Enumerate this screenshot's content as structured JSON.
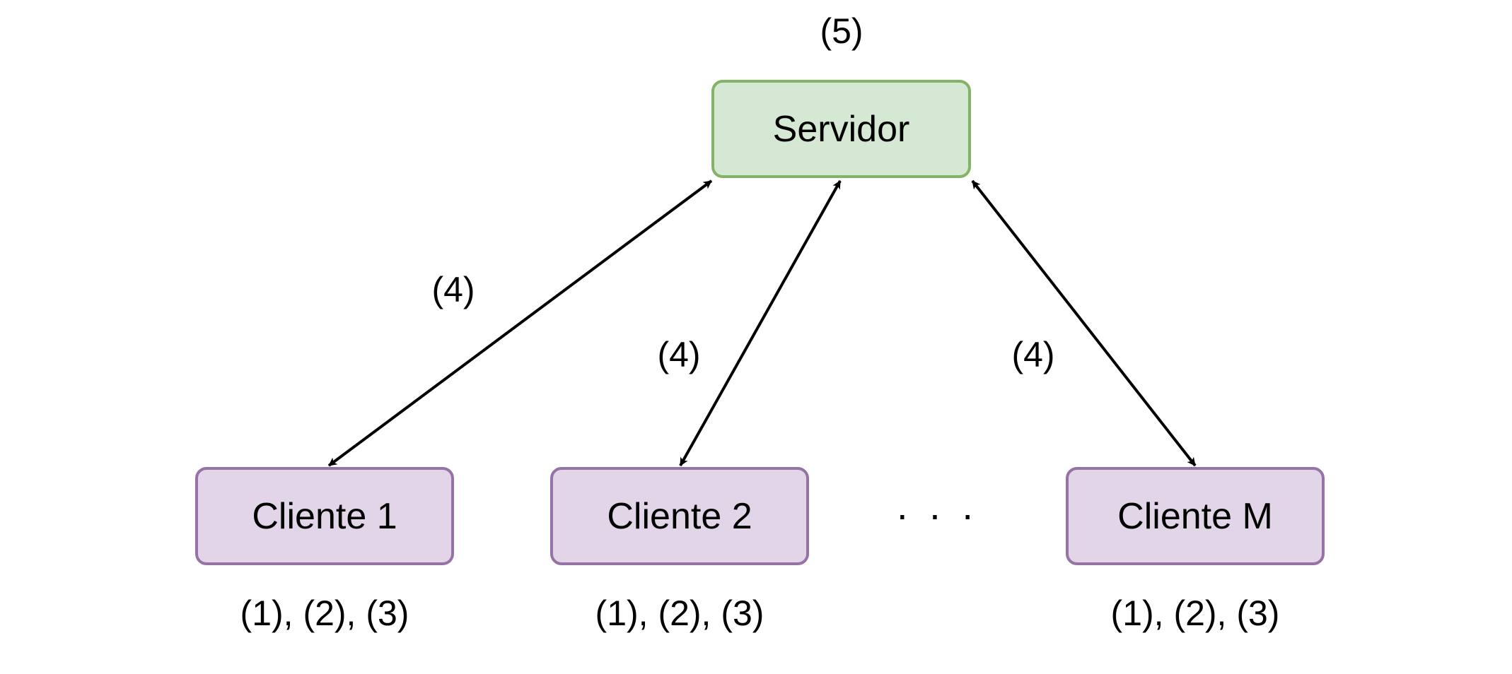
{
  "nodes": {
    "server": "Servidor",
    "client_1": "Cliente 1",
    "client_2": "Cliente 2",
    "client_m": "Cliente M"
  },
  "labels": {
    "server_label": "(5)",
    "edge_label_1": "(4)",
    "edge_label_2": "(4)",
    "edge_label_3": "(4)",
    "client_1_label": "(1), (2), (3)",
    "client_2_label": "(1), (2), (3)",
    "client_m_label": "(1), (2), (3)",
    "ellipsis": "· · ·"
  },
  "colors": {
    "server_fill": "#d5e8d4",
    "server_border": "#82b366",
    "client_fill": "#e1d5e7",
    "client_border": "#9673a6",
    "edge": "#000000"
  }
}
